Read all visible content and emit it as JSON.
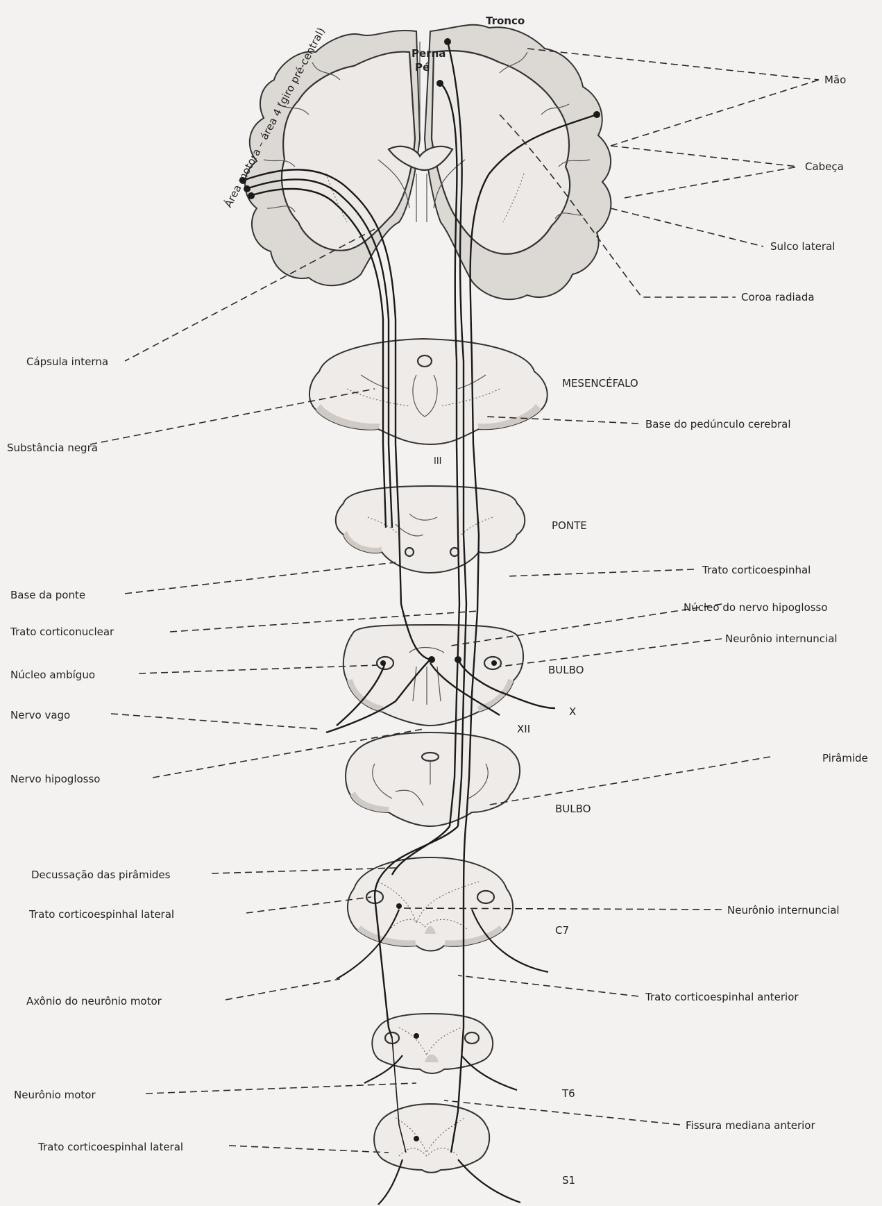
{
  "labels": {
    "tronco": "Tronco",
    "perna": "Perna",
    "pe": "Pé",
    "area_motora": "Área motora – área 4 (giro pré-central)",
    "mao": "Mão",
    "cabeca": "Cabeça",
    "sulco_lateral": "Sulco lateral",
    "coroa_radiada": "Coroa radiada",
    "capsula_interna": "Cápsula interna",
    "mesencefalo": "MESENCÉFALO",
    "base_pedunculo": "Base do pedúnculo cerebral",
    "substancia_negra": "Substância negra",
    "nervo_iii": "III",
    "ponte": "PONTE",
    "trato_corticoespinhal": "Trato corticoespinhal",
    "base_ponte": "Base da ponte",
    "nucleo_hipoglosso": "Núcleo do nervo hipoglosso",
    "trato_corticonuclear": "Trato corticonuclear",
    "neuronio_internuncial_1": "Neurônio internuncial",
    "nucleo_ambiguo": "Núcleo ambíguo",
    "bulbo_1": "BULBO",
    "nervo_x": "X",
    "nervo_vago": "Nervo vago",
    "nervo_xii": "XII",
    "nervo_hipoglosso": "Nervo hipoglosso",
    "piramide": "Pirâmide",
    "bulbo_2": "BULBO",
    "decussacao": "Decussação das pirâmides",
    "trato_ce_lateral_1": "Trato corticoespinhal lateral",
    "neuronio_internuncial_2": "Neurônio internuncial",
    "c7": "C7",
    "axonio_motor": "Axônio do neurônio motor",
    "trato_ce_anterior": "Trato corticoespinhal anterior",
    "neuronio_motor": "Neurônio motor",
    "t6": "T6",
    "fissura_mediana": "Fissura mediana anterior",
    "trato_ce_lateral_2": "Trato corticoespinhal lateral",
    "s1": "S1"
  }
}
